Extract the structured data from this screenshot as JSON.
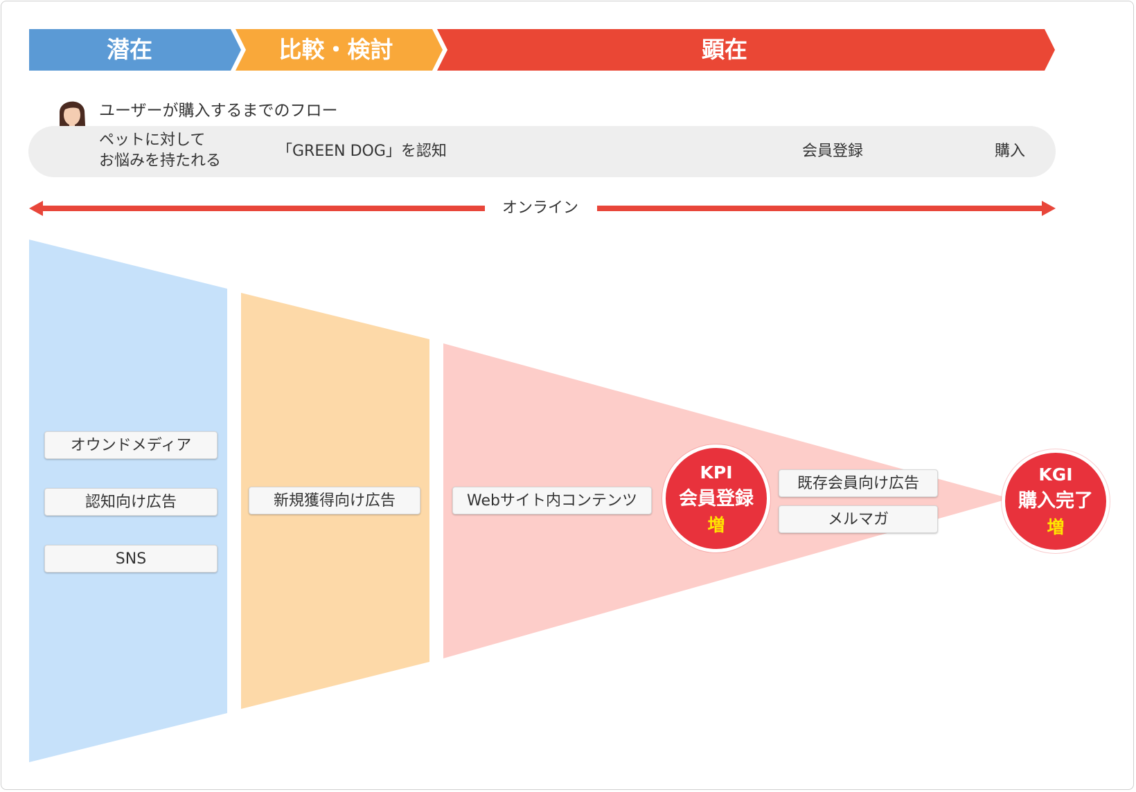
{
  "colors": {
    "latent": "#5b9ad5",
    "compare": "#f9a83a",
    "manifest": "#ea4735",
    "funnel_latent": "#c6e1fa",
    "funnel_compare": "#fdd9a8",
    "funnel_manifest": "#fdcdc9",
    "flow_arrow": "#f9a83a",
    "online_arrow": "#e8463a",
    "goal_circle": "#e8323c",
    "goal_highlight": "#ffe600"
  },
  "stages": [
    {
      "label": "潜在"
    },
    {
      "label": "比較・検討"
    },
    {
      "label": "顕在"
    }
  ],
  "flow": {
    "title": "ユーザーが購入するまでのフロー",
    "icon": "woman-user-icon",
    "steps": [
      {
        "line1": "ペットに対して",
        "line2": "お悩みを持たれる"
      },
      {
        "label": "「GREEN DOG」を認知"
      },
      {
        "label": "会員登録"
      },
      {
        "label": "購入"
      }
    ]
  },
  "online": {
    "label": "オンライン"
  },
  "funnel": {
    "latent": [
      "オウンドメディア",
      "認知向け広告",
      "SNS"
    ],
    "compare": [
      "新規獲得向け広告"
    ],
    "manifest": [
      "Webサイト内コンテンツ"
    ],
    "retention": [
      "既存会員向け広告",
      "メルマガ"
    ]
  },
  "kpi": {
    "line1": "KPI",
    "line2": "会員登録",
    "line3": "増"
  },
  "kgi": {
    "line1": "KGI",
    "line2": "購入完了",
    "line3": "増"
  }
}
